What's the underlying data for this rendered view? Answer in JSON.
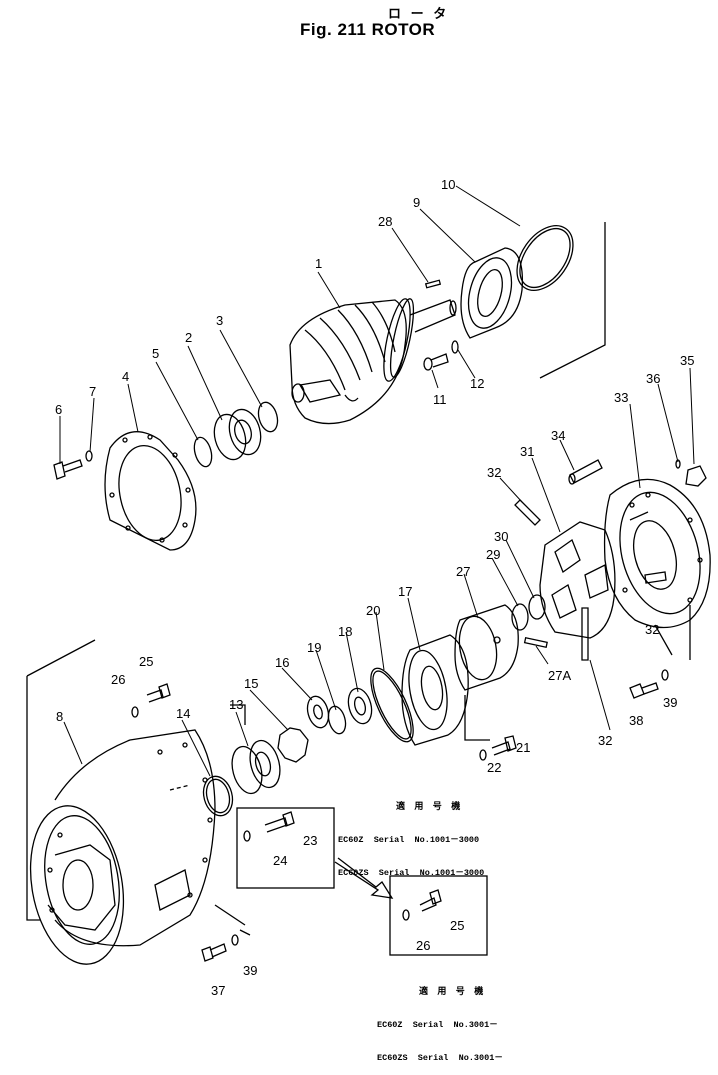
{
  "figure": {
    "title": "Fig. 211   ROTOR",
    "title_jp": "ロ ー タ"
  },
  "callouts": [
    "1",
    "2",
    "3",
    "4",
    "5",
    "6",
    "7",
    "8",
    "9",
    "10",
    "11",
    "12",
    "13",
    "14",
    "15",
    "16",
    "17",
    "18",
    "19",
    "20",
    "21",
    "22",
    "23",
    "24",
    "25",
    "26",
    "27",
    "27A",
    "28",
    "29",
    "30",
    "31",
    "32",
    "33",
    "34",
    "35",
    "36",
    "37",
    "38",
    "39"
  ],
  "notes": {
    "upper": {
      "heading": "適 用 号 機",
      "lines": [
        "EC60Z  Serial  No.1001－3000",
        "EC60ZS  Serial  No.1001－3000"
      ]
    },
    "lower": {
      "heading": "適 用 号 機",
      "lines": [
        "EC60Z  Serial  No.3001－",
        "EC60ZS  Serial  No.3001－"
      ]
    }
  }
}
